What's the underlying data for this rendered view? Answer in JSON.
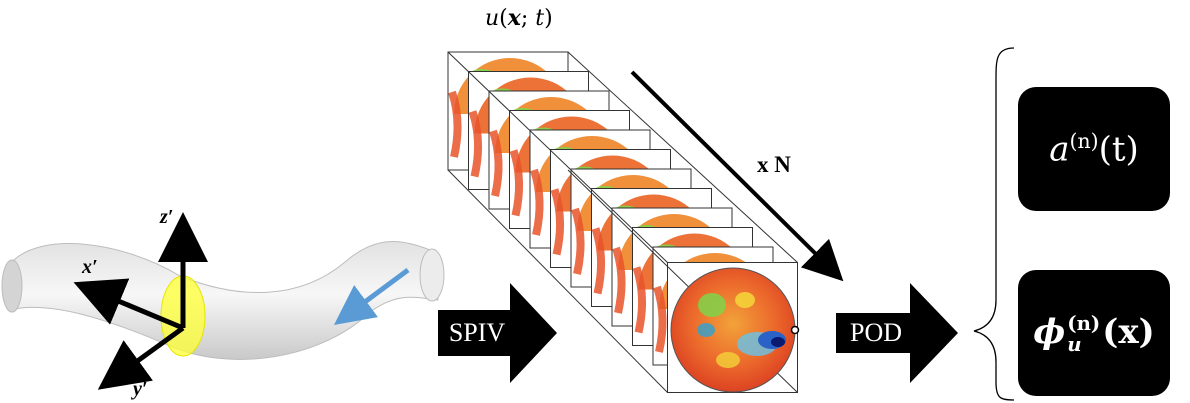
{
  "field_label": {
    "u": "u",
    "open": "(",
    "x": "x",
    "sep": "; ",
    "t": "t",
    "close": ")"
  },
  "stack_count_label": "x N",
  "spiv_arrow": {
    "label": "SPIV"
  },
  "pod_arrow": {
    "label": "POD"
  },
  "axes": {
    "x_label": "x′",
    "y_label": "y′",
    "z_label": "z′"
  },
  "results": {
    "temporal": {
      "base": "a",
      "sup": "(n)",
      "arg": "(t)"
    },
    "spatial": {
      "base": "ϕ",
      "sup": "(n)",
      "sub": "u",
      "arg": "(x)"
    }
  },
  "colors": {
    "pipe": "#d9d9d9",
    "flow_arrow": "#5b9bd5",
    "section_highlight": "#ffff33",
    "block_arrow": "#000000",
    "result_box": "#000000",
    "field_warm": "#e8532a",
    "field_cool": "#2a62c8"
  }
}
